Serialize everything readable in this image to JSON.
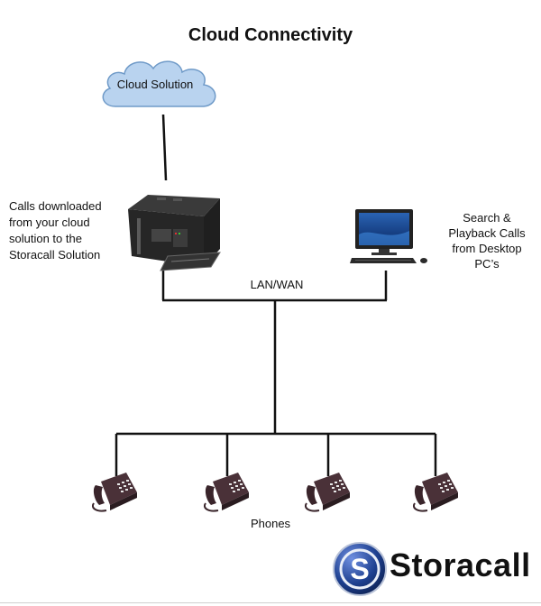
{
  "title": "Cloud Connectivity",
  "cloud": {
    "label": "Cloud Solution",
    "fill": "#b9d3ef",
    "stroke": "#6f9ac8"
  },
  "server_caption": [
    "Calls downloaded",
    "from your cloud",
    "solution to the",
    "Storacall Solution"
  ],
  "desktop_caption": [
    "Search &",
    "Playback Calls",
    "from Desktop",
    "PC’s"
  ],
  "network_label": "LAN/WAN",
  "phones_label": "Phones",
  "phones_count": 4,
  "brand": {
    "name": "Storacall",
    "logo_letter": "S",
    "logo_color": "#1d3f8f"
  },
  "icons": [
    "cloud-icon",
    "server-icon",
    "desktop-pc-icon",
    "desk-phone-icon",
    "storacall-logo-icon"
  ]
}
